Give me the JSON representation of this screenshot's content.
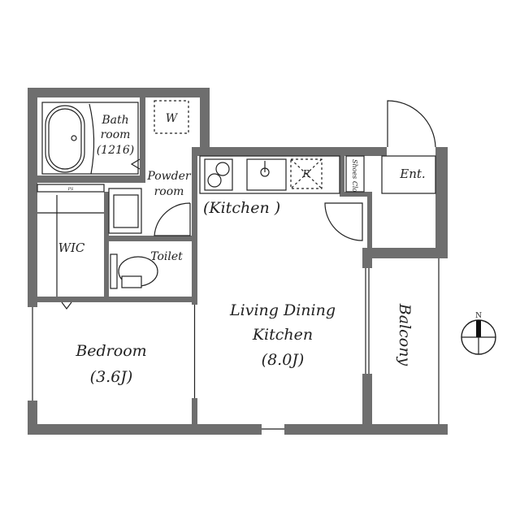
{
  "plan": {
    "rooms": {
      "bath_line1": "Bath",
      "bath_line2": "room",
      "bath_line3": "(1216)",
      "washer": "W",
      "powder_line1": "Powder",
      "powder_line2": "room",
      "kitchen": "(Kitchen )",
      "fridge": "R",
      "shoes_closet": "Shoes Clo",
      "entrance": "Ent.",
      "ps": "PS",
      "wic": "WIC",
      "toilet": "Toilet",
      "ldk_line1": "Living Dining",
      "ldk_line2": "Kitchen",
      "ldk_size": "(8.0J)",
      "bedroom": "Bedroom",
      "bedroom_size": "(3.6J)",
      "balcony": "Balcony"
    },
    "compass": {
      "label": "N"
    },
    "colors": {
      "wall": "#6e6e6e",
      "line": "#222222"
    }
  }
}
